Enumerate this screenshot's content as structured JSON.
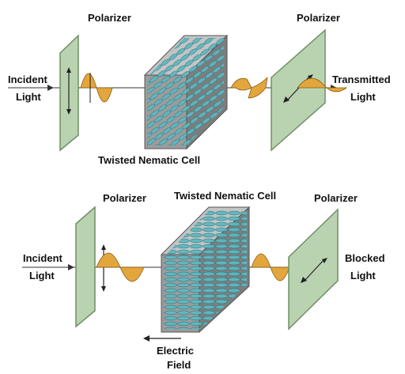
{
  "top": {
    "polarizer_left": "Polarizer",
    "polarizer_right": "Polarizer",
    "incident_line1": "Incident",
    "incident_line2": "Light",
    "transmitted_line1": "Transmitted",
    "transmitted_line2": "Light",
    "cell_label": "Twisted Nematic Cell"
  },
  "bottom": {
    "polarizer_left": "Polarizer",
    "polarizer_right": "Polarizer",
    "cell_label": "Twisted Nematic Cell",
    "incident_line1": "Incident",
    "incident_line2": "Light",
    "blocked_line1": "Blocked",
    "blocked_line2": "Light",
    "field_line1": "Electric",
    "field_line2": "Field"
  },
  "colors": {
    "polarizer_fill": "#b9d3b1",
    "polarizer_edge": "#6f8f66",
    "cell_front": "#9c9c9c",
    "cell_top": "#c4c4c4",
    "cell_side": "#7d7d7d",
    "wave": "#e3a63c",
    "molecule": "#5fb7bf"
  }
}
